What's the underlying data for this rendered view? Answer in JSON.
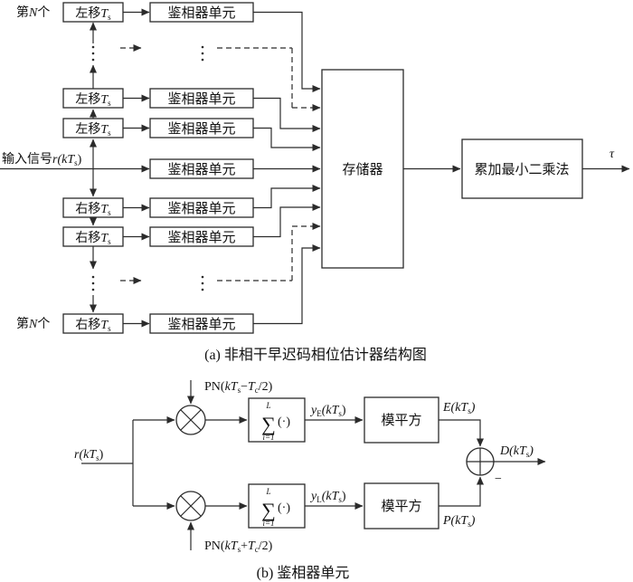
{
  "colors": {
    "line": "#2b2b2b",
    "text": "#111111",
    "background": "#ffffff"
  },
  "figure_a": {
    "caption": "(a) 非相干早迟码相位估计器结构图",
    "nth_top": {
      "pre": "第",
      "var": "N",
      "post": "个"
    },
    "nth_bottom": {
      "pre": "第",
      "var": "N",
      "post": "个"
    },
    "input_label": {
      "pre": "输入信号",
      "math": "r(kT",
      "sub": "s",
      "close": ")"
    },
    "shift_left": {
      "text": "左移",
      "var": "T",
      "sub": "s"
    },
    "shift_right": {
      "text": "右移",
      "var": "T",
      "sub": "s"
    },
    "discriminator": "鉴相器单元",
    "memory": "存储器",
    "least_squares": "累加最小二乘法",
    "output": "τ"
  },
  "figure_b": {
    "caption": "(b) 鉴相器单元",
    "input": {
      "math": "r(kT",
      "sub": "s",
      "close": ")"
    },
    "pn_early": {
      "pre": "PN(",
      "m1": "kT",
      "s1": "s",
      "op": "−",
      "m2": "T",
      "s2": "c",
      "post": "/2)"
    },
    "pn_late": {
      "pre": "PN(",
      "m1": "kT",
      "s1": "s",
      "op": "+",
      "m2": "T",
      "s2": "c",
      "post": "/2)"
    },
    "summator": {
      "upper": "L",
      "sigma": "∑",
      "lower": "i=1",
      "arg": "(·)"
    },
    "y_early": {
      "var": "y",
      "sub": "E",
      "mid": "(kT",
      "sub2": "s",
      "close": ")"
    },
    "y_late": {
      "var": "y",
      "sub": "L",
      "mid": "(kT",
      "sub2": "s",
      "close": ")"
    },
    "mod_square": "模平方",
    "e_label": {
      "m": "E(kT",
      "sub": "s",
      "close": ")"
    },
    "p_label": {
      "m": "P(kT",
      "sub": "s",
      "close": ")"
    },
    "d_label": {
      "m": "D(kT",
      "sub": "s",
      "close": ")"
    },
    "minus": "−"
  }
}
